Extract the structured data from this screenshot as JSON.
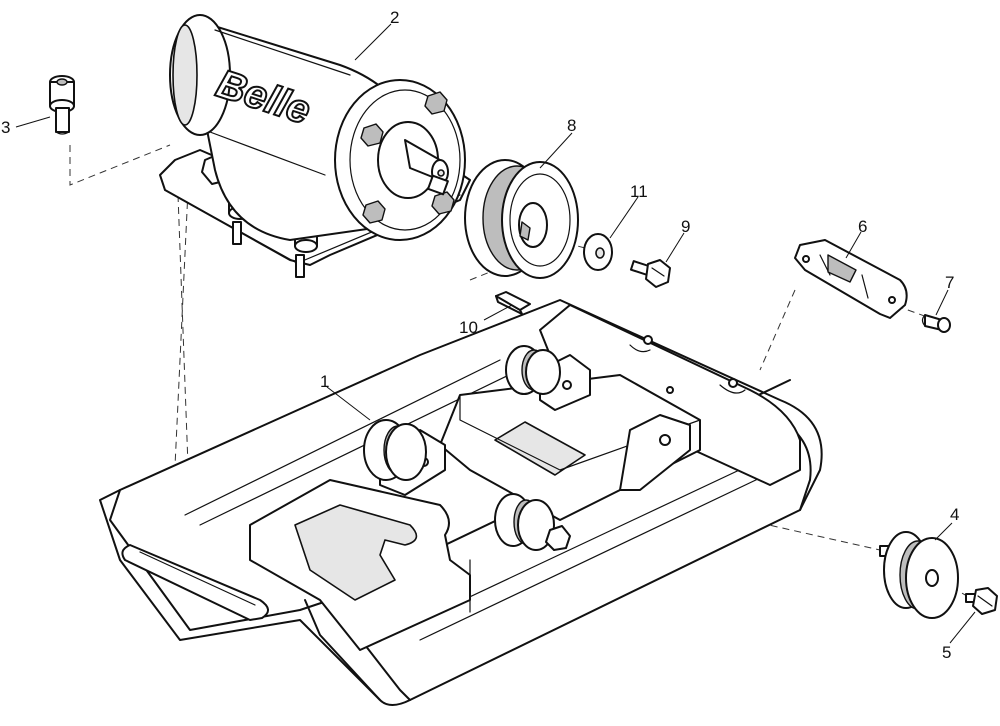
{
  "diagram": {
    "brand_text": "Belle",
    "callouts": [
      {
        "id": "1",
        "label": "1"
      },
      {
        "id": "2",
        "label": "2"
      },
      {
        "id": "3",
        "label": "3"
      },
      {
        "id": "4",
        "label": "4"
      },
      {
        "id": "5",
        "label": "5"
      },
      {
        "id": "6",
        "label": "6"
      },
      {
        "id": "7",
        "label": "7"
      },
      {
        "id": "8",
        "label": "8"
      },
      {
        "id": "9",
        "label": "9"
      },
      {
        "id": "10",
        "label": "10"
      },
      {
        "id": "11",
        "label": "11"
      }
    ]
  }
}
